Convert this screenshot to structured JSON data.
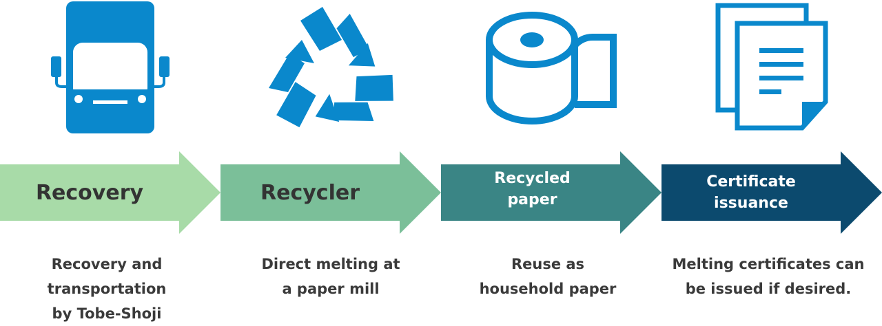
{
  "colors": {
    "icon_blue": "#0a88cc",
    "step1": "#a8dba8",
    "step2": "#7bbf99",
    "step3": "#3a8585",
    "step4": "#0c4a6e"
  },
  "icons": [
    "truck-icon",
    "recycle-icon",
    "toilet-paper-roll-icon",
    "documents-icon"
  ],
  "steps": [
    {
      "label": "Recovery",
      "description": "Recovery and\ntransportation\nby Tobe-Shoji"
    },
    {
      "label": "Recycler",
      "description": "Direct melting at\na paper mill"
    },
    {
      "label": "Recycled\npaper",
      "description": "Reuse as\nhousehold paper"
    },
    {
      "label": "Certificate\nissuance",
      "description": "Melting certificates can\nbe issued if desired."
    }
  ]
}
